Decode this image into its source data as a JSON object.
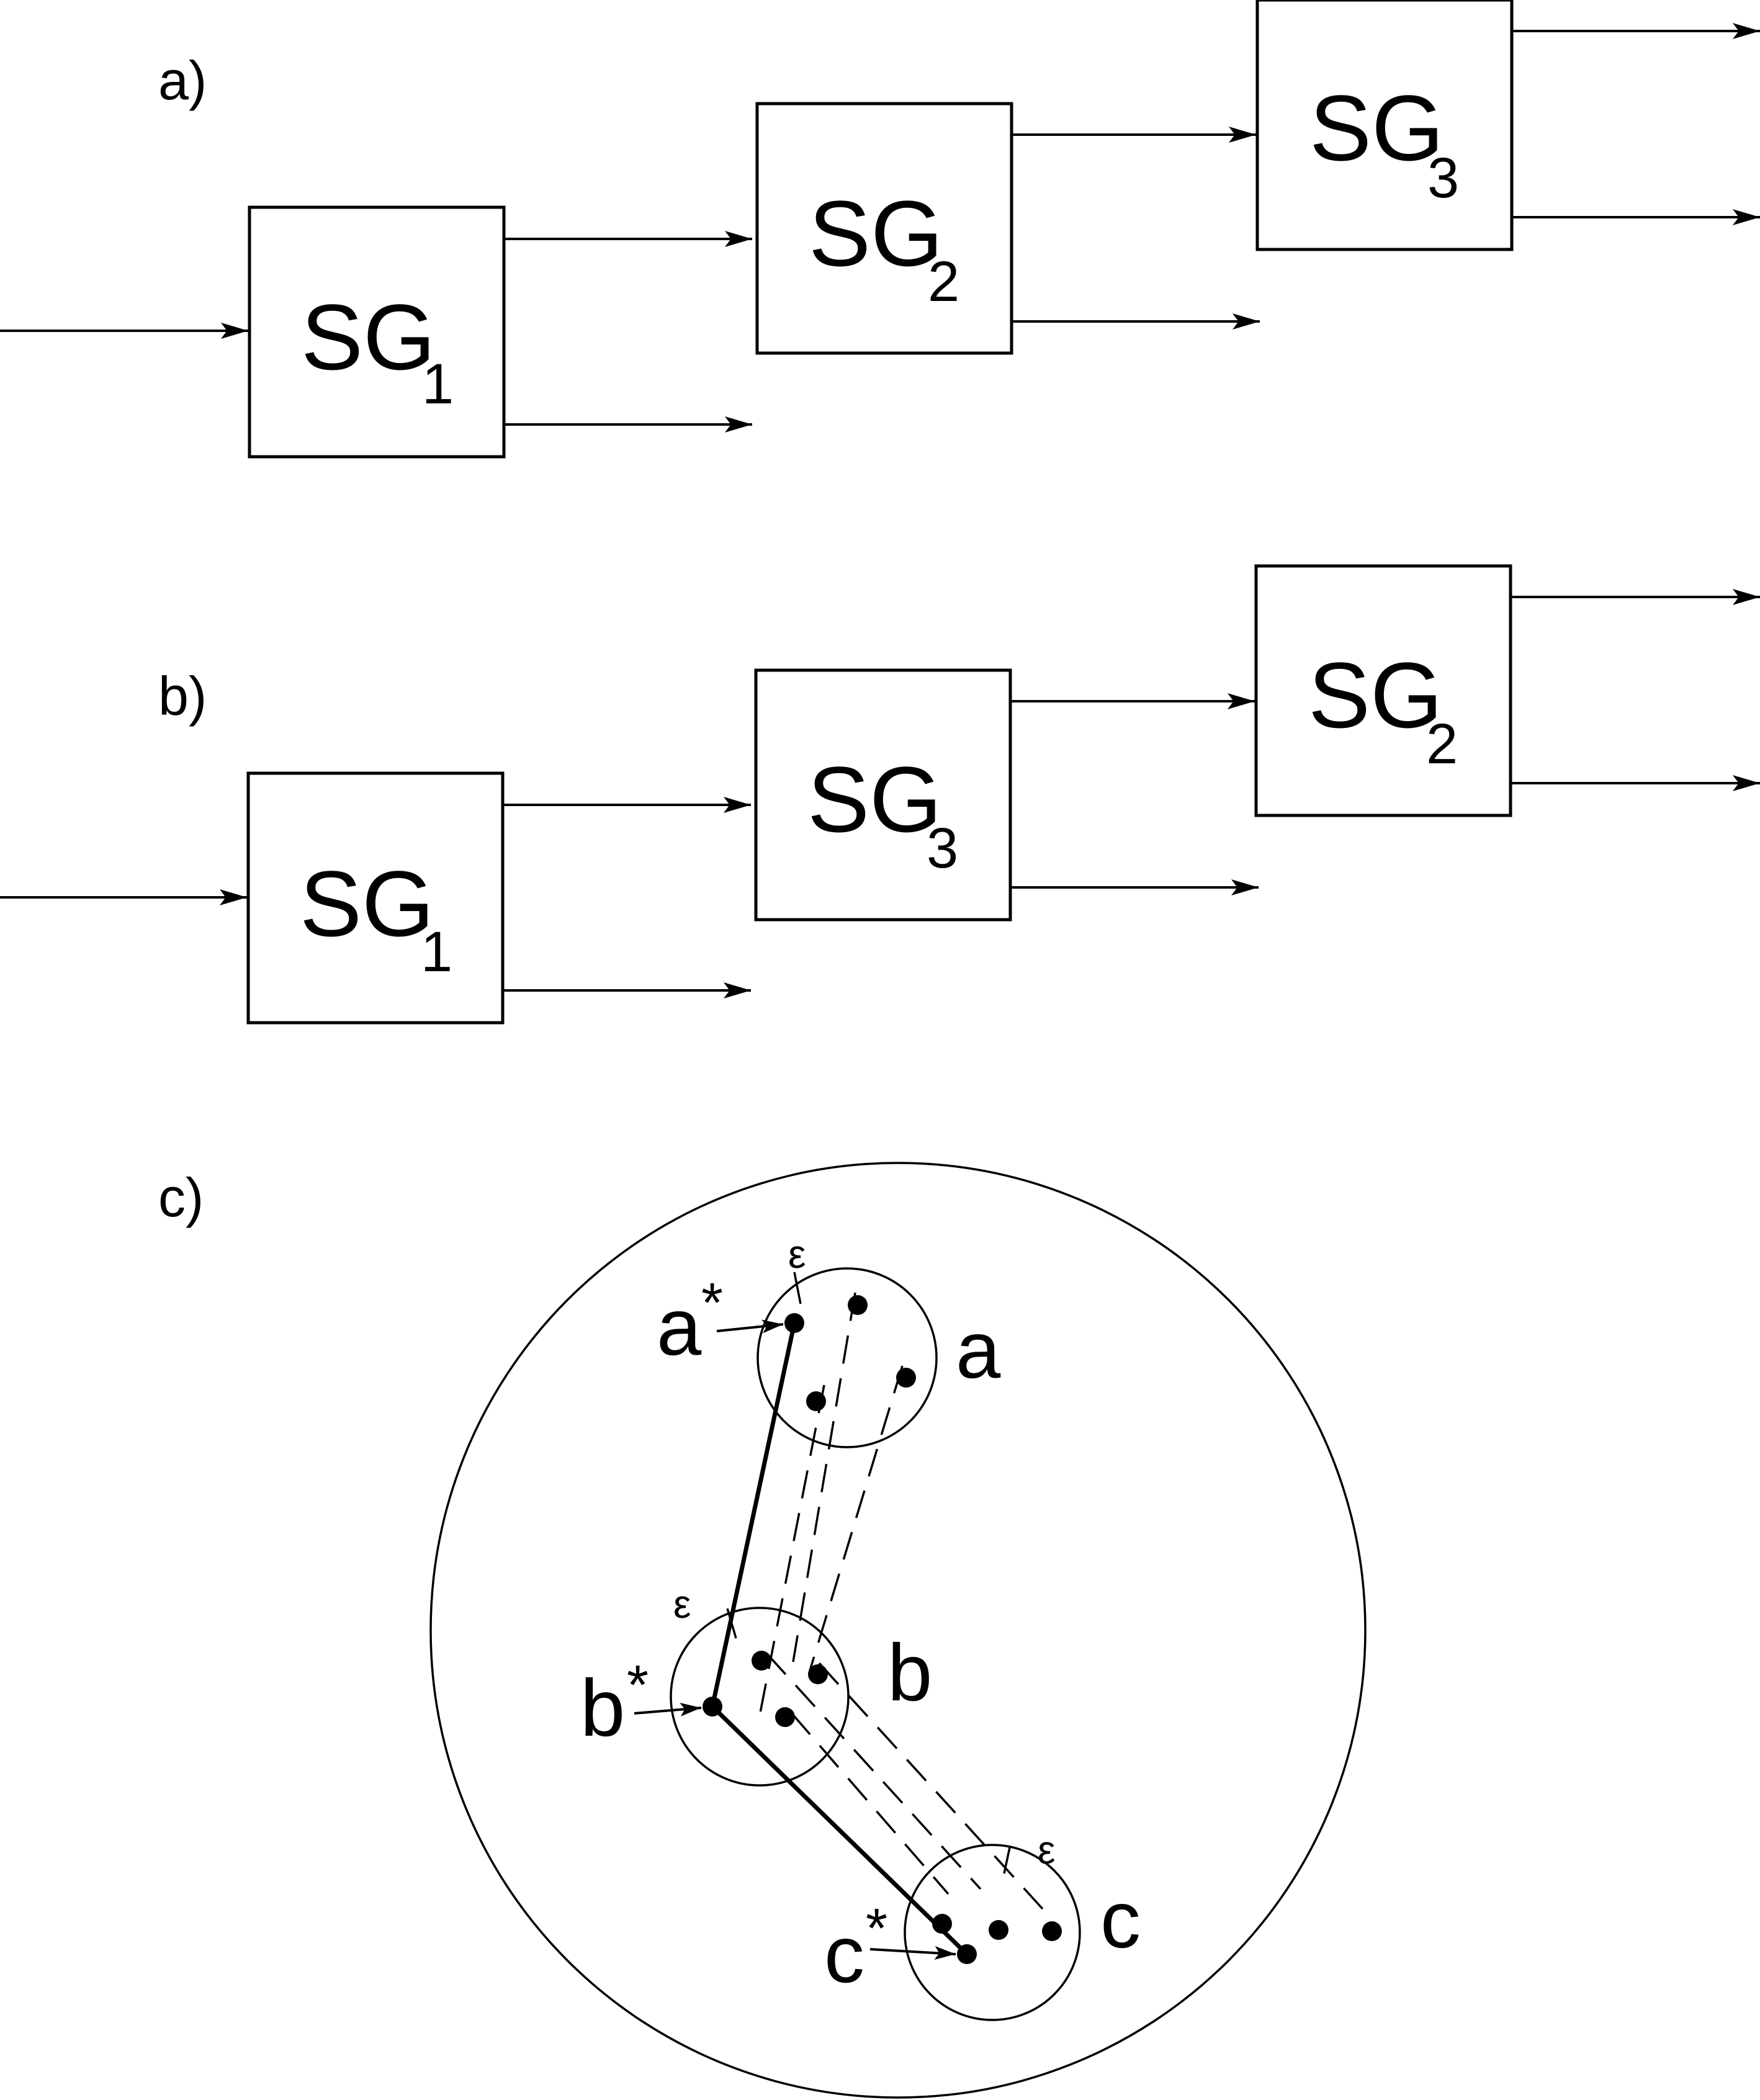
{
  "panels": {
    "a": {
      "label": "a)",
      "blocks": [
        {
          "main": "SG",
          "sub": "1"
        },
        {
          "main": "SG",
          "sub": "2"
        },
        {
          "main": "SG",
          "sub": "3"
        }
      ]
    },
    "b": {
      "label": "b)",
      "blocks": [
        {
          "main": "SG",
          "sub": "1"
        },
        {
          "main": "SG",
          "sub": "3"
        },
        {
          "main": "SG",
          "sub": "2"
        }
      ]
    },
    "c": {
      "label": "c)",
      "clusters": [
        {
          "name": "a",
          "star_label": "a",
          "star": "*",
          "epsilon": "ε"
        },
        {
          "name": "b",
          "star_label": "b",
          "star": "*",
          "epsilon": "ε"
        },
        {
          "name": "c",
          "star_label": "c",
          "star": "*",
          "epsilon": "ε"
        }
      ]
    }
  }
}
